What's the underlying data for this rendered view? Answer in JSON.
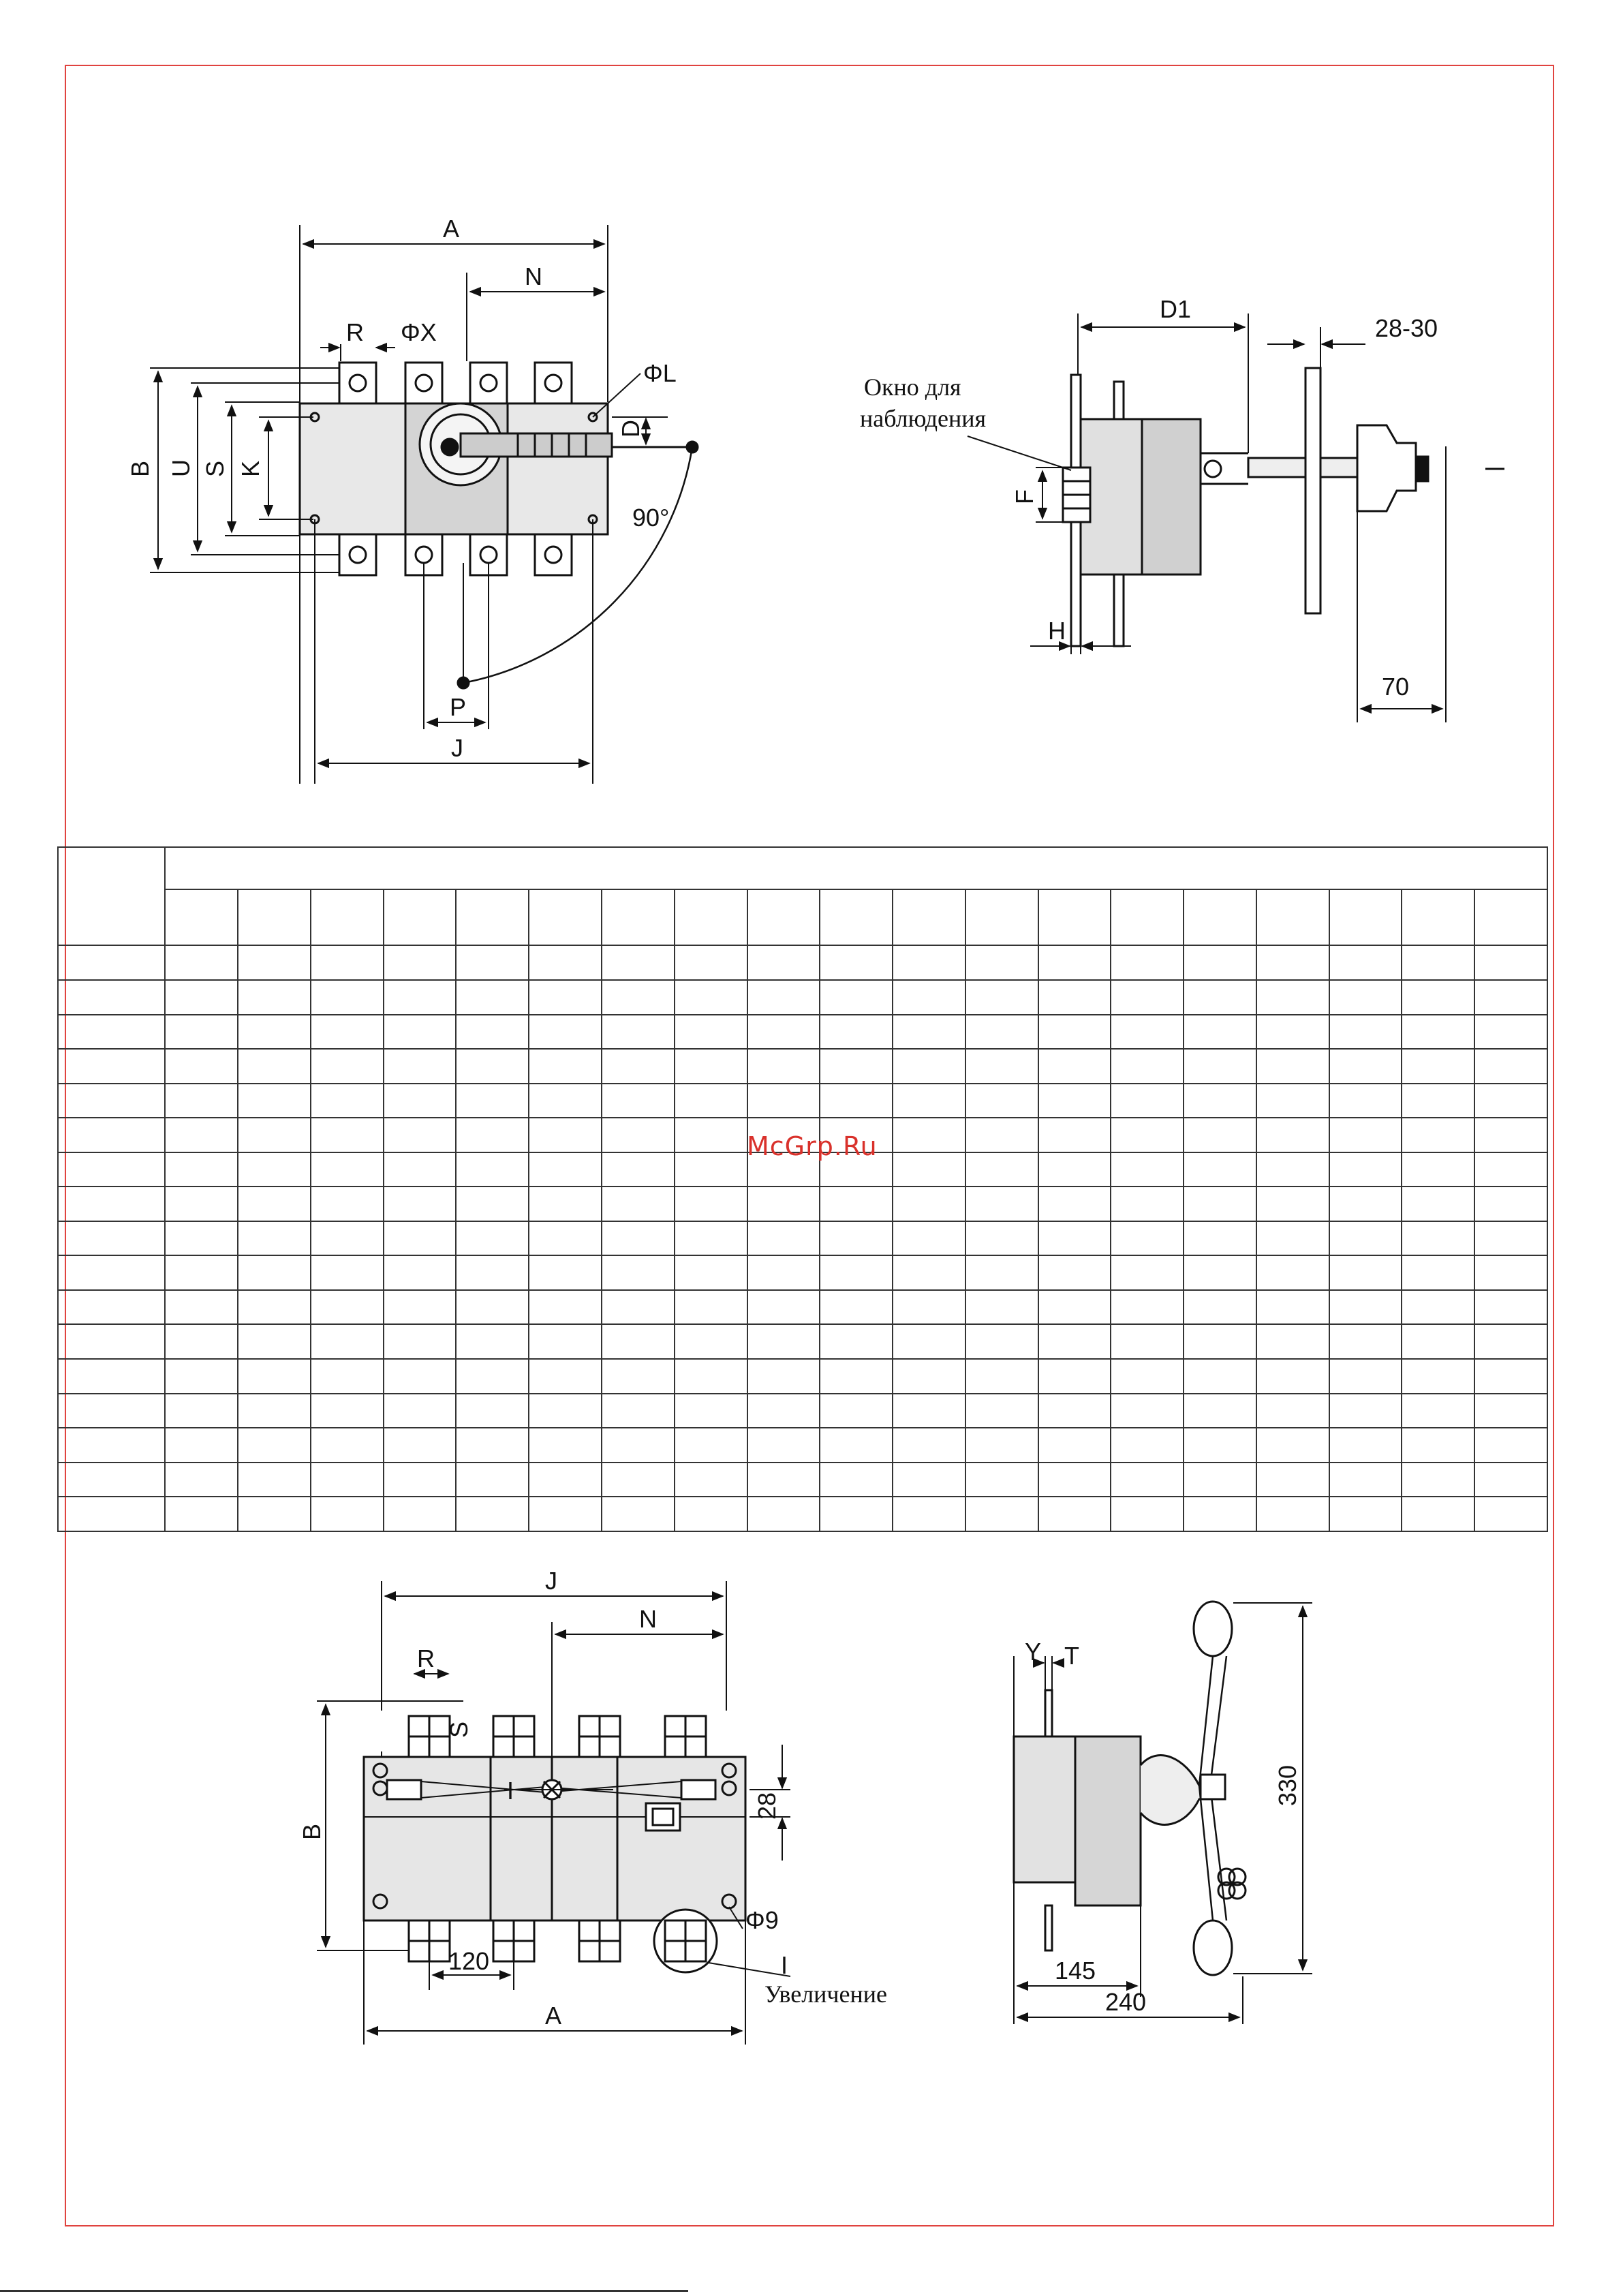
{
  "watermark": "McGrp.Ru",
  "drawing_top_left": {
    "labels": {
      "A": "A",
      "N": "N",
      "R": "R",
      "phiX": "ΦX",
      "phiL": "ΦL",
      "B": "B",
      "U": "U",
      "S": "S",
      "K": "K",
      "D": "D",
      "angle": "90°",
      "P": "P",
      "J": "J"
    }
  },
  "drawing_top_right": {
    "window_label_line1": "Окно для",
    "window_label_line2": "наблюдения",
    "labels": {
      "D1": "D1",
      "range": "28-30",
      "F": "F",
      "H": "H",
      "dim70": "70",
      "I": "I"
    }
  },
  "table": {
    "rows": 19,
    "columns": 20
  },
  "drawing_bottom_left": {
    "labels": {
      "J": "J",
      "N": "N",
      "R": "R",
      "S": "S",
      "B": "B",
      "dim28": "28",
      "dim120": "120",
      "phi9": "Φ9",
      "A": "A",
      "I": "I",
      "pos_I": "I"
    },
    "zoom_label": "Увеличение"
  },
  "drawing_bottom_right": {
    "labels": {
      "Y": "Y",
      "T": "T",
      "dim330": "330",
      "dim145": "145",
      "dim240": "240"
    }
  }
}
